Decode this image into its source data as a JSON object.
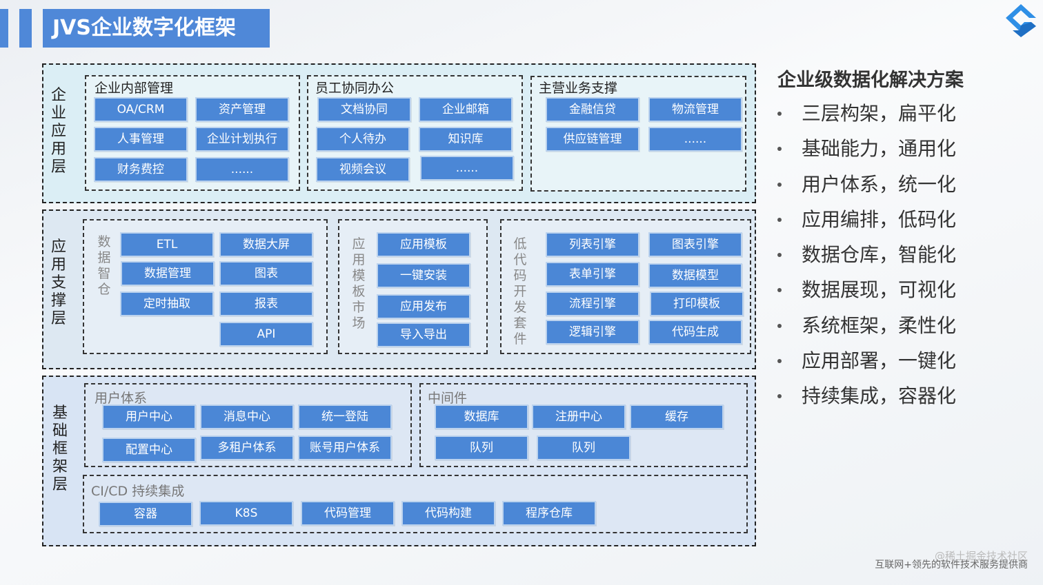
{
  "header": {
    "title": "JVS企业数字化框架"
  },
  "layers": {
    "enterprise": {
      "label": "企业应用层"
    },
    "support": {
      "label": "应用支撑层"
    },
    "foundation": {
      "label": "基础框架层"
    }
  },
  "enterprise": {
    "internal": {
      "title": "企业内部管理",
      "items": [
        "OA/CRM",
        "资产管理",
        "人事管理",
        "企业计划执行",
        "财务费控",
        "......"
      ]
    },
    "collab": {
      "title": "员工协同办公",
      "items": [
        "文档协同",
        "企业邮箱",
        "个人待办",
        "知识库",
        "视频会议",
        "......"
      ]
    },
    "business": {
      "title": "主营业务支撑",
      "items": [
        "金融信贷",
        "物流管理",
        "供应链管理",
        "......"
      ]
    }
  },
  "support": {
    "data": {
      "label": "数据智仓",
      "items": [
        "ETL",
        "数据大屏",
        "数据管理",
        "图表",
        "定时抽取",
        "报表",
        "API"
      ]
    },
    "market": {
      "label": "应用模板市场",
      "items": [
        "应用模板",
        "一键安装",
        "应用发布",
        "导入导出"
      ]
    },
    "lowcode": {
      "label": "低代码开发套件",
      "items": [
        "列表引擎",
        "图表引擎",
        "表单引擎",
        "数据模型",
        "流程引擎",
        "打印模板",
        "逻辑引擎",
        "代码生成"
      ]
    }
  },
  "foundation": {
    "user": {
      "title": "用户体系",
      "items": [
        "用户中心",
        "消息中心",
        "统一登陆",
        "配置中心",
        "多租户体系",
        "账号用户体系"
      ]
    },
    "middleware": {
      "title": "中间件",
      "items": [
        "数据库",
        "注册中心",
        "缓存",
        "队列",
        "队列"
      ]
    },
    "cicd": {
      "title": "CI/CD 持续集成",
      "items": [
        "容器",
        "K8S",
        "代码管理",
        "代码构建",
        "程序仓库"
      ]
    }
  },
  "sidebar": {
    "title": "企业级数据化解决方案",
    "bullets": [
      "三层构架，扁平化",
      "基础能力，通用化",
      "用户体系，统一化",
      "应用编排，低码化",
      "数据仓库，智能化",
      "数据展现，可视化",
      "系统框架，柔性化",
      "应用部署，一键化",
      "持续集成，容器化"
    ]
  },
  "watermark": {
    "line1": "@稀土掘金技术社区",
    "line2": "互联网+领先的软件技术服务提供商"
  },
  "colors": {
    "accent": "#4f88d8",
    "button": "#4b87d6",
    "layer_bg": "#dceef6",
    "foundation_bg": "#d9e4f3"
  }
}
